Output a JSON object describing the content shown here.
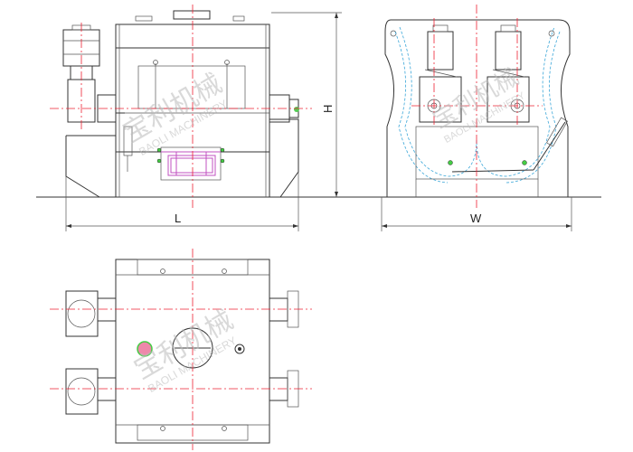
{
  "drawing": {
    "title": "Horizontal ribbon mixer dimension drawing",
    "dimensions": {
      "height_label": "H",
      "length_label": "L",
      "width_label": "W"
    },
    "watermark": {
      "cn": "宝利机械",
      "en": "BAOLI MACHINERY"
    },
    "colors": {
      "centerline": "#ee2233",
      "hidden": "#3aa6d8",
      "valve": "#c050c0",
      "fitting": "#44cc44"
    }
  }
}
